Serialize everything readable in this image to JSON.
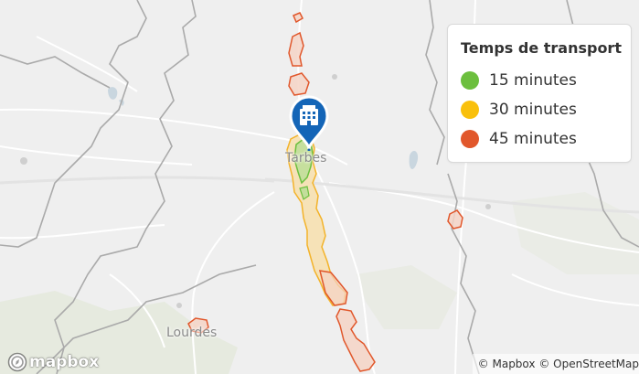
{
  "legend": {
    "title": "Temps de transport",
    "items": [
      {
        "label": "15 minutes",
        "color": "#6cbf3e"
      },
      {
        "label": "30 minutes",
        "color": "#f9c00c"
      },
      {
        "label": "45 minutes",
        "color": "#e1572b"
      }
    ]
  },
  "places": {
    "tarbes": "Tarbes",
    "lourdes": "Lourdes"
  },
  "marker": {
    "icon": "building-icon",
    "color": "#1465b7"
  },
  "branding": {
    "logo_text": "mapbox"
  },
  "attribution": {
    "mapbox": "© Mapbox",
    "osm": "© OpenStreetMap"
  }
}
